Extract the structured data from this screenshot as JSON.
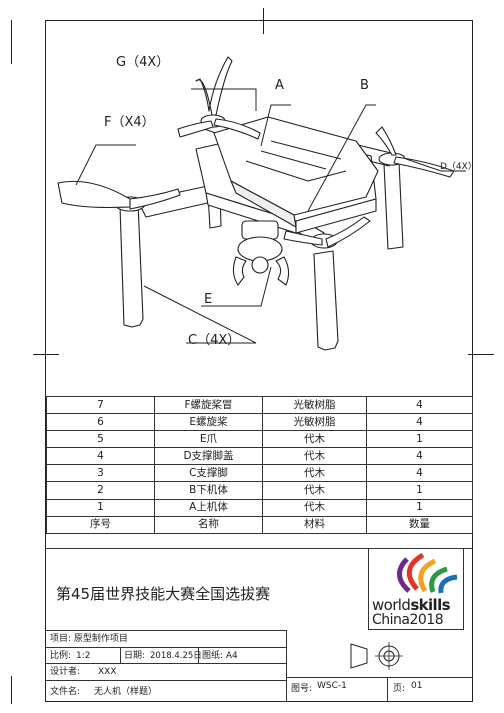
{
  "drawing": {
    "callouts": {
      "a": "A",
      "b": "B",
      "c": "C（4X）",
      "d": "D（4X）",
      "e": "E",
      "f": "F（X4）",
      "g": "G（4X）"
    }
  },
  "bom": {
    "rows": [
      {
        "no": "7",
        "name": "F螺旋桨冒",
        "material": "光敏树脂",
        "qty": "4"
      },
      {
        "no": "6",
        "name": "E螺旋桨",
        "material": "光敏树脂",
        "qty": "4"
      },
      {
        "no": "5",
        "name": "E爪",
        "material": "代木",
        "qty": "1"
      },
      {
        "no": "4",
        "name": "D支撑脚盖",
        "material": "代木",
        "qty": "4"
      },
      {
        "no": "3",
        "name": "C支撑脚",
        "material": "代木",
        "qty": "4"
      },
      {
        "no": "2",
        "name": "B下机体",
        "material": "代木",
        "qty": "1"
      },
      {
        "no": "1",
        "name": "A上机体",
        "material": "代木",
        "qty": "1"
      }
    ],
    "header": {
      "no": "序号",
      "name": "名称",
      "material": "材料",
      "qty": "数量"
    }
  },
  "title_block": {
    "title": "第45届世界技能大赛全国选拔赛",
    "logo_line1_a": "world",
    "logo_line1_b": "skills",
    "logo_line2": "China2018",
    "project": "项目: 原型制作项目",
    "scale_label": "比例:",
    "scale_value": "1:2",
    "date_label": "日期:",
    "date_value": "2018.4.25日",
    "paper": "图纸: A4",
    "designer_label": "设计者:",
    "designer_value": "XXX",
    "file_label": "文件名:",
    "file_value": "无人机（样题）",
    "drawing_no_label": "图号:",
    "drawing_no_value": "WSC-1",
    "page_label": "页:",
    "page_value": "01"
  }
}
